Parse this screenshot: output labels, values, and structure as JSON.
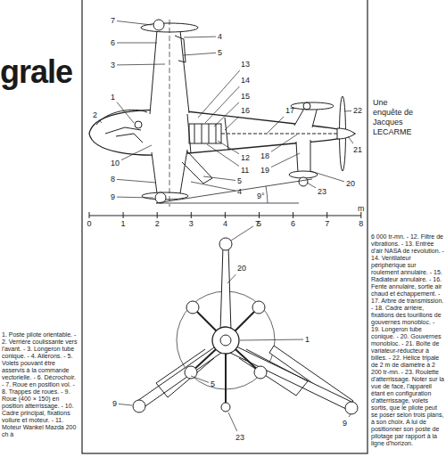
{
  "diagram": {
    "title": "grale",
    "labels": [
      "Une enquête de Jacques LECARME",
      "7",
      "6",
      "3",
      "1",
      "2",
      "4",
      "5",
      "13",
      "14",
      "15",
      "16",
      "17",
      "22",
      "21",
      "10",
      "11",
      "12",
      "8",
      "9",
      "18",
      "19",
      "20",
      "23",
      "5",
      "4",
      "9°",
      "0",
      "1",
      "2",
      "3",
      "4",
      "5",
      "6",
      "7",
      "8",
      "m",
      "7",
      "20",
      "1",
      "5",
      "9",
      "23",
      "9",
      "1. Poste pilote orientable. - 2. Verrière coulissante vers l'avant. - 3. Longeron tube conique. - 4. Ailerons. - 5. Volets pouvant être asservis à la commande vectorielle. - 6. Décrochoir. - 7. Roue en position vol. - 8. Trappes de roues. - 9. Roue (400 × 150) en position atterrissage. - 10. Cadre principal, fixations voilure et moteur. - 11. Moteur Wankel Mazda 200 ch à",
      "6 000 tr-mn. - 12. Filtre de vibrations. - 13. Entrée d'air NASA de révolution. - 14. Ventilateur périphérique sur roulement annulaire. - 15. Radiateur annulaire. - 16. Fente annulaire, sortie air chaud et échappement. - 17. Arbre de transmission. - 18. Cadre arrière, fixations des tourillons de gouvernes monobloc. - 19. Longeron tube conique. - 20. Gouvernes monobloc. - 21. Boîte de variateur-réducteur à billes. - 22. Hélice tripale de 2 m de diamètre à 2 200 tr-mn. - 23. Roulette d'atterrissage. Noter sur la vue de face, l'appareil étant en configuration d'atterrissage, volets sortis, que le pilote peut se poser selon trois plans, à son choix. A lui de positionner son poste de pilotage par rapport à la ligne d'horizon."
    ]
  }
}
